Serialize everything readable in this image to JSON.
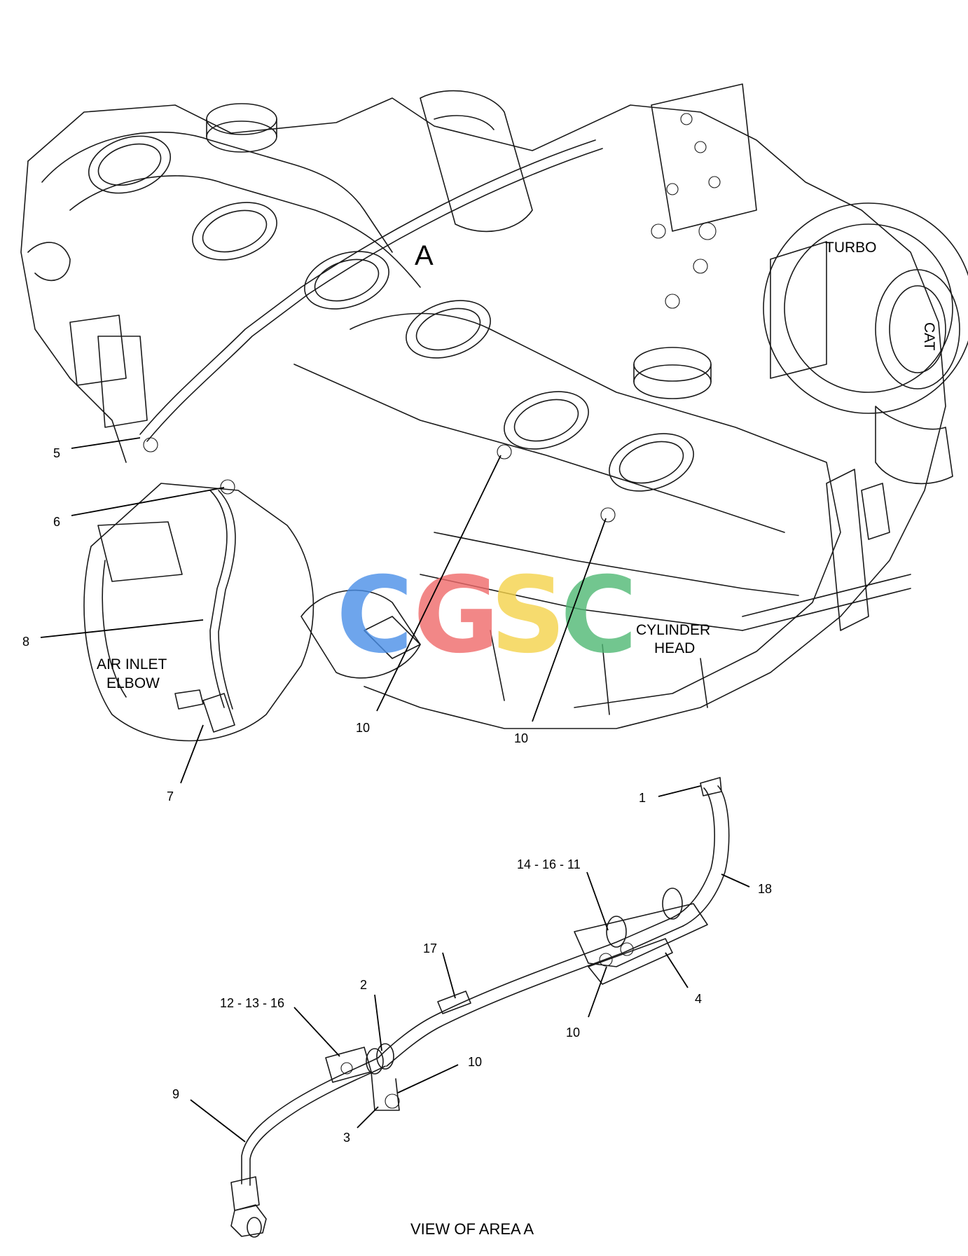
{
  "labels": {
    "area_marker": "A",
    "turbo": "TURBO",
    "cat": "CAT",
    "air_inlet_line1": "AIR INLET",
    "air_inlet_line2": "ELBOW",
    "cylinder_head_line1": "CYLINDER",
    "cylinder_head_line2": "HEAD",
    "caption": "VIEW OF AREA  A"
  },
  "watermark": {
    "letters": [
      "C",
      "G",
      "S",
      "C"
    ],
    "colors": [
      "#4a8fe8",
      "#ef6a6a",
      "#f5d34a",
      "#4fb874"
    ]
  },
  "callouts": {
    "c1": "1",
    "c2": "2",
    "c3": "3",
    "c4": "4",
    "c5": "5",
    "c6": "6",
    "c7": "7",
    "c8": "8",
    "c9": "9",
    "c10a": "10",
    "c10b": "10",
    "c10c": "10",
    "c10d": "10",
    "c12_13_16": "12 - 13 - 16",
    "c14_16_11": "14 - 16 - 11",
    "c17": "17",
    "c18": "18"
  }
}
